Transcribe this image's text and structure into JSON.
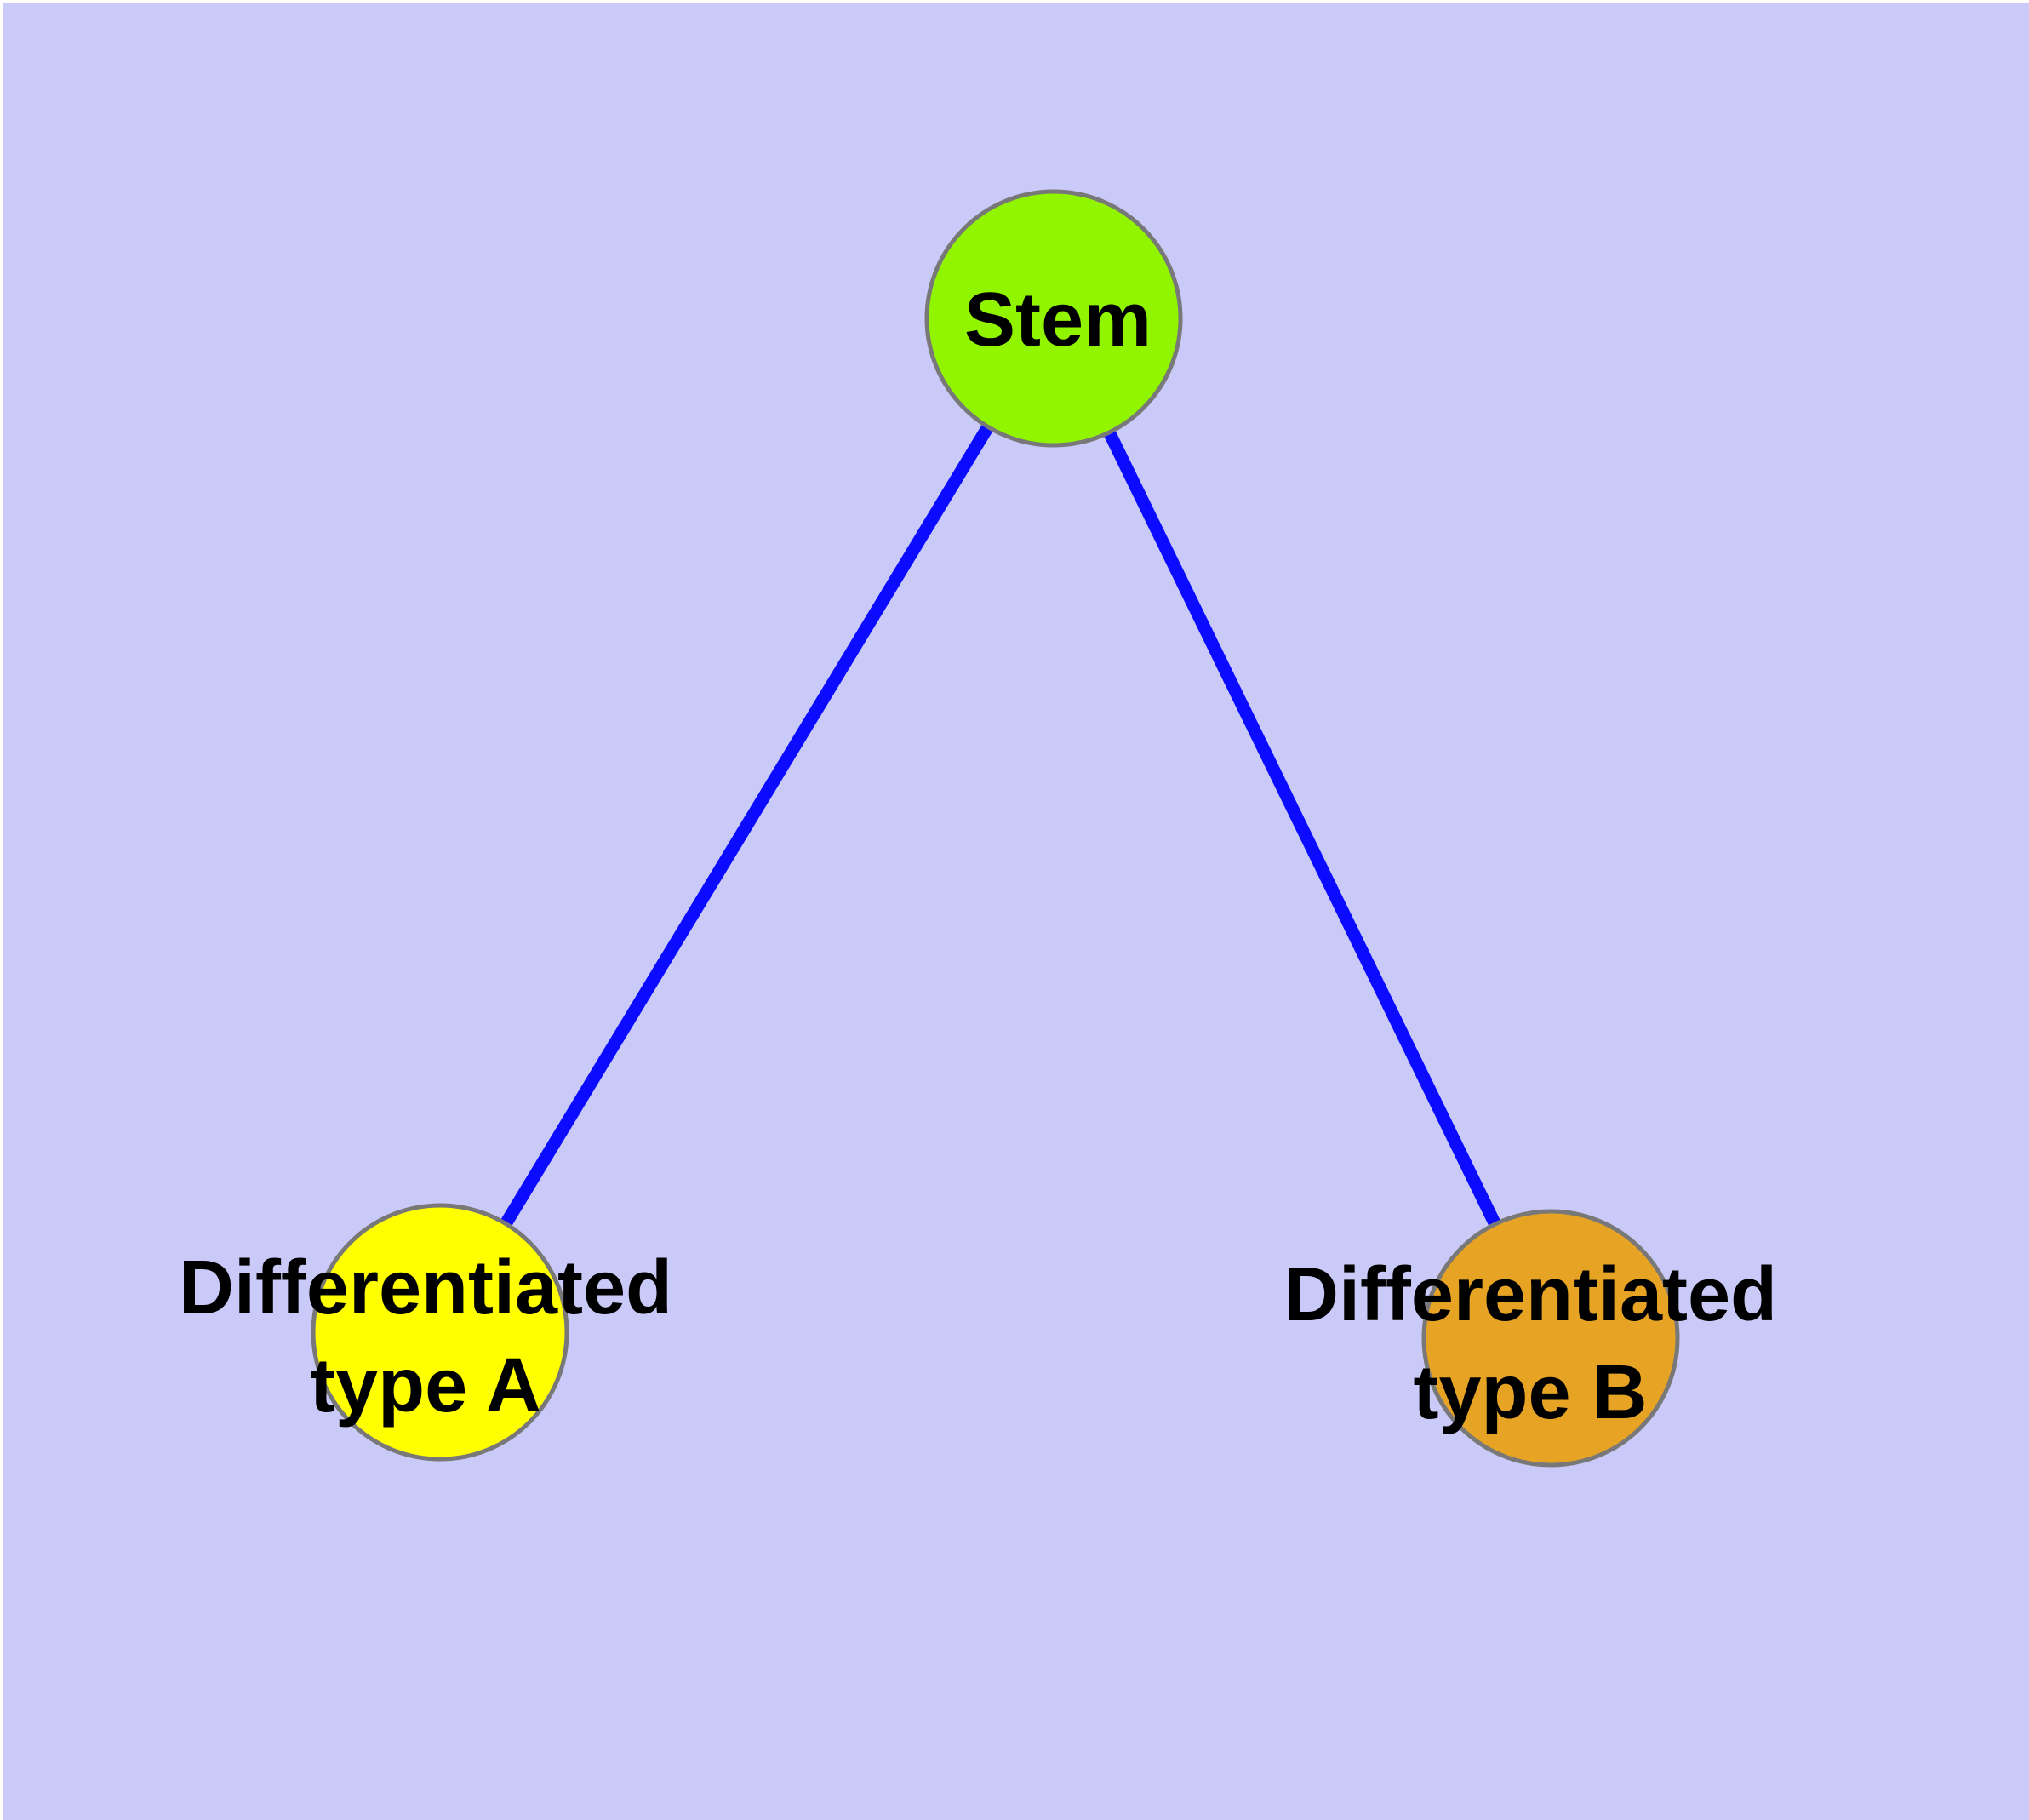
{
  "diagram": {
    "background_color": "#cacaf8",
    "edge_color": "#0b0bff",
    "edge_width": 15,
    "node_border_color": "#787878",
    "node_border_width": 5,
    "label_color": "#000000",
    "nodes": [
      {
        "id": "stem",
        "label": "Stem",
        "fill": "#92f500"
      },
      {
        "id": "differentiated-a",
        "label": "Differentiated\ntype A",
        "fill": "#ffff00"
      },
      {
        "id": "differentiated-b",
        "label": "Differentiated\ntype B",
        "fill": "#e7a424"
      }
    ],
    "edges": [
      {
        "from": "stem",
        "to": "differentiated-a"
      },
      {
        "from": "stem",
        "to": "differentiated-b"
      }
    ]
  }
}
